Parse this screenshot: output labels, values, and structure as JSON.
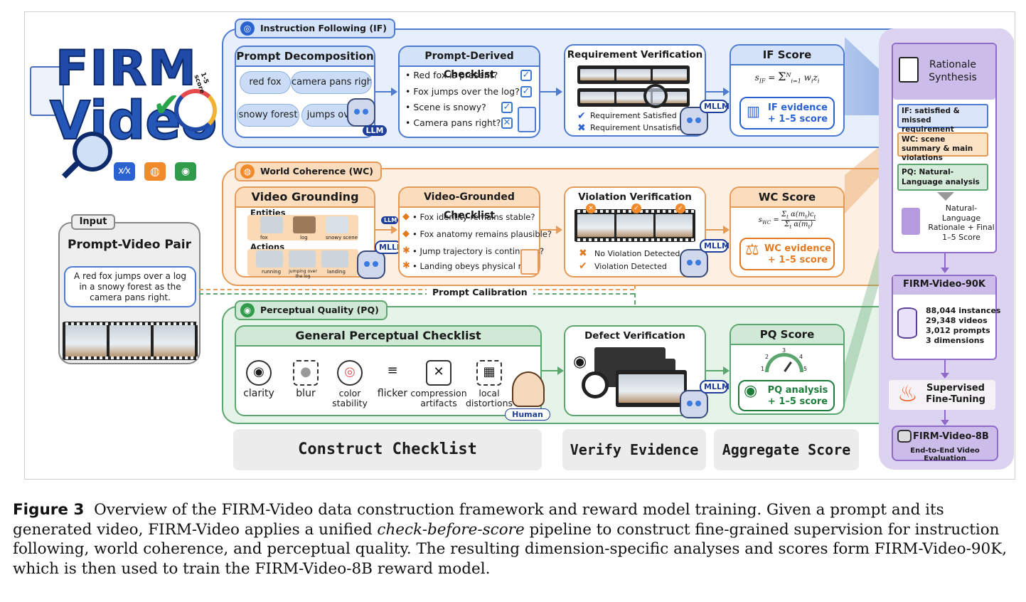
{
  "logo": {
    "line1": "FIRM",
    "line2": "Video",
    "gauge_text": "1-5 score"
  },
  "input": {
    "tag": "Input",
    "title": "Prompt-Video Pair",
    "prompt": "A red fox jumps over a log in a snowy forest as the camera pans right."
  },
  "calibration": "Prompt Calibration",
  "if": {
    "tag": "Instruction Following (IF)",
    "decomp_title": "Prompt Decomposition",
    "pills": [
      "red fox",
      "camera pans right",
      "snowy forest",
      "jumps over a"
    ],
    "llm": "LLM",
    "checklist_title": "Prompt-Derived Checklist",
    "checklist": [
      "• Red fox is present?",
      "• Fox jumps over the log?",
      "• Scene is snowy?",
      "• Camera pans right?"
    ],
    "verify_title": "Requirement Verification",
    "satisfied": "Requirement Satisfied",
    "unsatisfied": "Requirement Unsatisfied",
    "mllm": "MLLM",
    "score_title": "IF Score",
    "formula": "s_IF = Σ w_i z_i",
    "formula_sub": "i=1",
    "formula_sup": "N",
    "evidence": [
      "IF evidence",
      "+ 1–5 score"
    ]
  },
  "wc": {
    "tag": "World Coherence (WC)",
    "grounding_title": "Video Grounding",
    "entities_label": "Entities",
    "entities": [
      "fox",
      "log",
      "snowy scene"
    ],
    "actions_label": "Actions",
    "actions": [
      "running",
      "jumping over the log",
      "landing"
    ],
    "llm": "LLM",
    "checklist_title": "Video-Grounded Checklist",
    "checklist": [
      "• Fox identity remains stable?",
      "• Fox anatomy remains plausible?",
      "• Jump trajectory is continuous?",
      "• Landing obeys physical mo"
    ],
    "verify_title": "Violation Verification",
    "no_violation": "No Violation Detected",
    "violation": "Violation Detected",
    "mllm": "MLLM",
    "score_title": "WC Score",
    "formula": "s_WC = Σ_t α(m_t)c_t / Σ_t α(m_t)",
    "evidence": [
      "WC evidence",
      "+ 1–5 score"
    ]
  },
  "pq": {
    "tag": "Perceptual Quality (PQ)",
    "checklist_title": "General Perceptual Checklist",
    "items": [
      {
        "icon": "eye-icon",
        "label": "clarity",
        "glyph": "◉"
      },
      {
        "icon": "blur-icon",
        "label": "blur",
        "glyph": "●"
      },
      {
        "icon": "color-icon",
        "label": "color stability",
        "glyph": "◎"
      },
      {
        "icon": "flicker-icon",
        "label": "flicker",
        "glyph": "≡"
      },
      {
        "icon": "compression-icon",
        "label": "compression artifacts",
        "glyph": "✕"
      },
      {
        "icon": "distortion-icon",
        "label": "local distortions",
        "glyph": "▦"
      }
    ],
    "human": "Human",
    "verify_title": "Defect Verification",
    "mllm": "MLLM",
    "score_title": "PQ Score",
    "gauge": [
      "1",
      "2",
      "3",
      "4",
      "5"
    ],
    "evidence": [
      "PQ analysis",
      "+ 1–5 score"
    ]
  },
  "bottom": {
    "construct": "Construct Checklist",
    "verify": "Verify Evidence",
    "aggregate": "Aggregate Score"
  },
  "right": {
    "synthesis": "Rationale Synthesis",
    "if_note": "IF: satisfied & missed requirement",
    "wc_note": "WC: scene summary & main violations",
    "pq_note": "PQ: Natural-Language analysis",
    "rationale": "Natural-Language Rationale + Final 1–5 Score",
    "dataset_title": "FIRM-Video-90K",
    "stats": [
      "88,044 instances",
      "29,348 videos",
      "3,012 prompts",
      "3 dimensions"
    ],
    "sft": "Supervised Fine-Tuning",
    "model_title": "FIRM-Video-8B",
    "model_sub": "End-to-End Video Evaluation"
  },
  "caption": {
    "label": "Figure 3",
    "text1": "Overview of the FIRM-Video data construction framework and reward model training. Given a prompt and its generated video, FIRM-Video applies a unified ",
    "emph": "check-before-score",
    "text2": " pipeline to construct fine-grained supervision for instruction following, world coherence, and perceptual quality. The resulting dimension-specific analyses and scores form FIRM-Video-90K, which is then used to train the FIRM-Video-8B reward model."
  },
  "colors": {
    "if": "#4c7bd0",
    "wc": "#e59a55",
    "pq": "#5ba56f",
    "rationale": "#8f6bc9"
  }
}
